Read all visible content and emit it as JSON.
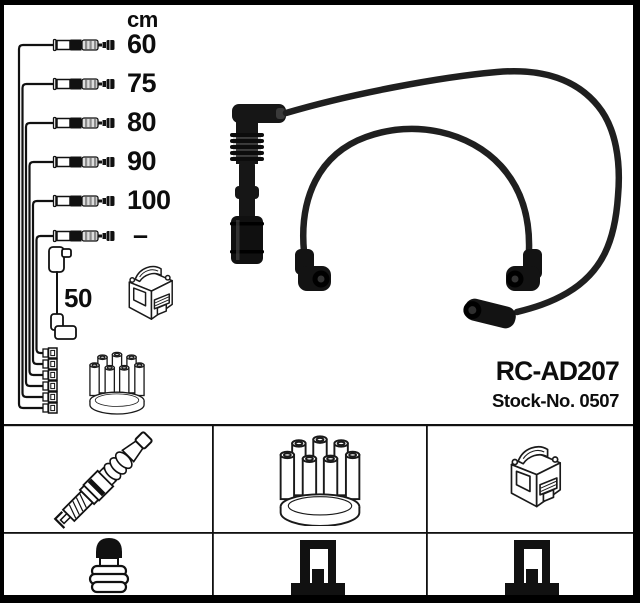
{
  "measure": {
    "unit": "cm",
    "lengths": [
      "60",
      "75",
      "80",
      "90",
      "100",
      "–"
    ],
    "coil_wire": "50"
  },
  "product": {
    "code": "RC-AD207",
    "stock": "Stock-No. 0507"
  },
  "legend": {
    "row1_icons": [
      "spark-plug-icon",
      "distributor-cap-icon",
      "ignition-coil-icon"
    ],
    "row2_icons": [
      "plug-terminal-nut-icon",
      "din-socket-icon",
      "din-socket-icon"
    ]
  },
  "colors": {
    "ink": "#111111",
    "paper": "#ffffff",
    "frame": "#000000",
    "cable": "#1f1f1f"
  }
}
